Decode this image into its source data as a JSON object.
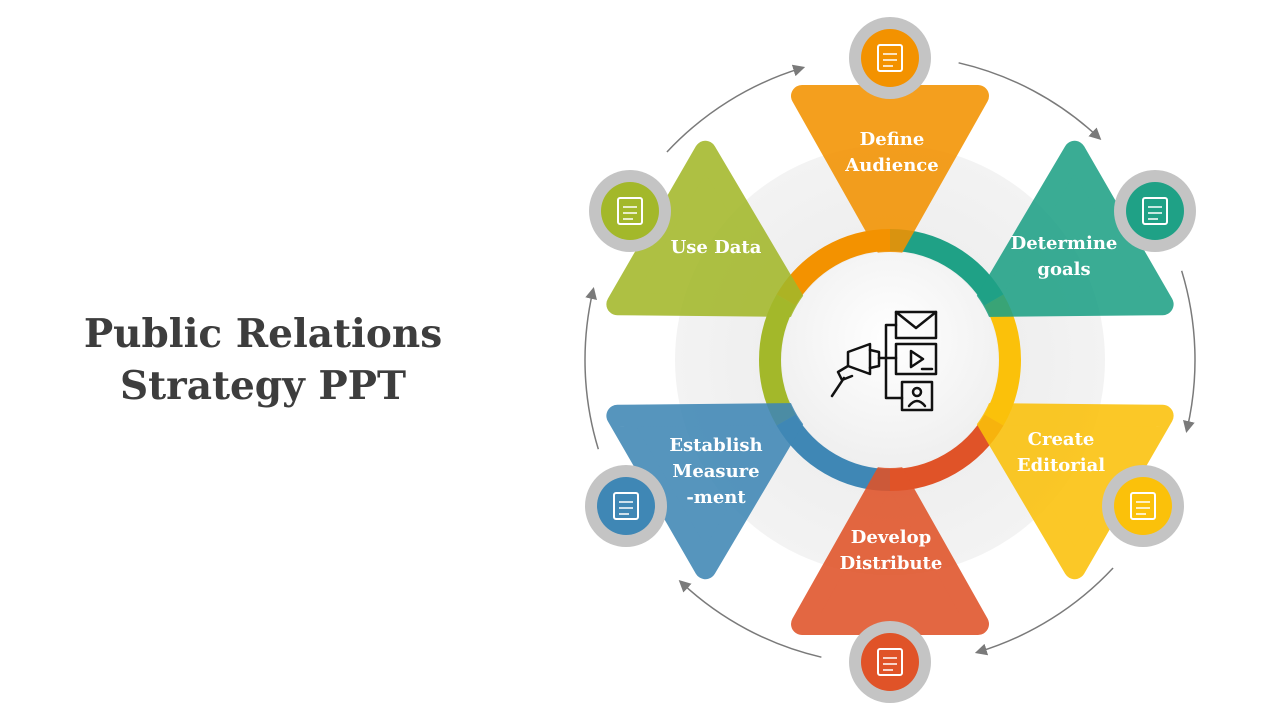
{
  "title": {
    "line1": "Public Relations",
    "line2": "Strategy PPT"
  },
  "steps": [
    {
      "label_1": "Define",
      "label_2": "Audience",
      "color": "#F39200",
      "icon": "target-audience-icon"
    },
    {
      "label_1": "Determine",
      "label_2": "goals",
      "color": "#1FA186",
      "icon": "goal-clipboard-icon"
    },
    {
      "label_1": "Create",
      "label_2": "Editorial",
      "color": "#FBC10A",
      "icon": "editorial-pen-icon"
    },
    {
      "label_1": "Develop",
      "label_2": "Distribute",
      "color": "#E05328",
      "icon": "distribution-network-icon"
    },
    {
      "label_1": "Establish",
      "label_2": "Measure",
      "label_3": "-ment",
      "color": "#3F87B5",
      "icon": "measurement-chart-icon"
    },
    {
      "label_1": "Use Data",
      "color": "#A3B82A",
      "icon": "data-document-icon"
    }
  ],
  "center_icon": "megaphone-media-icon"
}
